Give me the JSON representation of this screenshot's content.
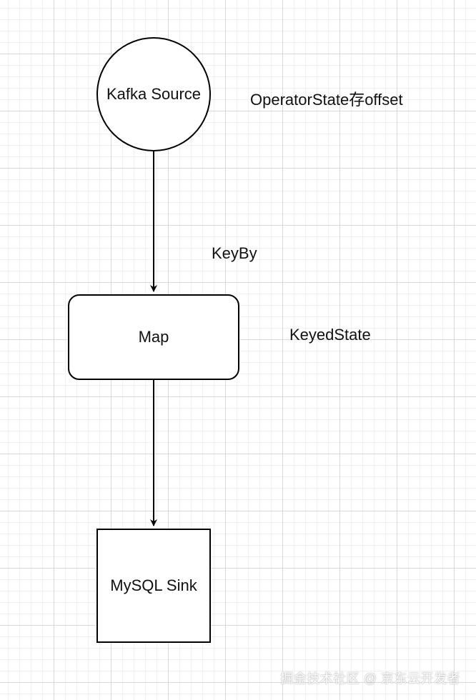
{
  "diagram": {
    "nodes": {
      "source": {
        "label": "Kafka Source",
        "shape": "circle"
      },
      "map": {
        "label": "Map",
        "shape": "rounded-rectangle"
      },
      "sink": {
        "label": "MySQL Sink",
        "shape": "rectangle"
      }
    },
    "edges": [
      {
        "from": "source",
        "to": "map"
      },
      {
        "from": "map",
        "to": "sink"
      }
    ],
    "annotations": {
      "operator_state": "OperatorState存offset",
      "keyby": "KeyBy",
      "keyed_state": "KeyedState"
    }
  },
  "watermark": "掘金技术社区 @ 京东云开发者",
  "colors": {
    "stroke": "#000000",
    "fill": "#ffffff",
    "grid_major": "#d9d9d9",
    "grid_minor": "#f1f1f1"
  }
}
